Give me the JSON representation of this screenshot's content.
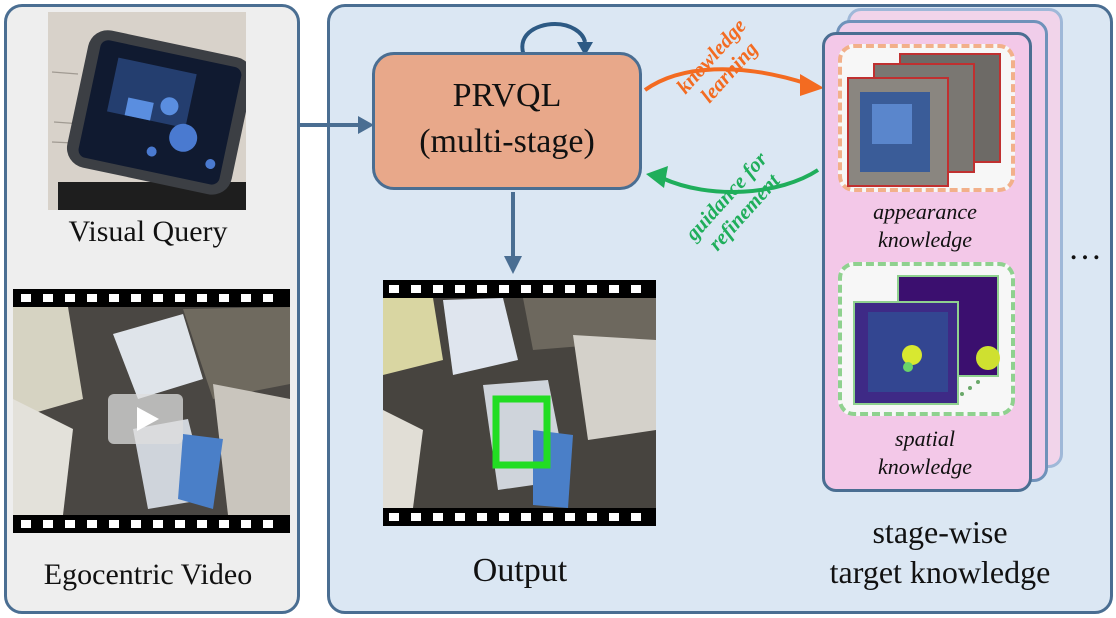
{
  "left": {
    "visual_query_label": "Visual Query",
    "egocentric_video_label": "Egocentric Video"
  },
  "right": {
    "model_title": "PRVQL",
    "model_subtitle": "(multi-stage)",
    "output_label": "Output",
    "knowledge_learning": [
      "knowledge",
      "learning"
    ],
    "guidance": [
      "guidance for",
      "refinement"
    ],
    "appearance_label": [
      "appearance",
      "knowledge"
    ],
    "spatial_label": [
      "spatial",
      "knowledge"
    ],
    "ellipsis": "…",
    "stage_label": [
      "stage-wise",
      "target knowledge"
    ]
  },
  "colors": {
    "panel_border": "#4a6e92",
    "model_fill": "#e8a88a",
    "learning_arrow": "#f36b21",
    "guidance_arrow": "#1fae5b",
    "bbox": "#22dd22",
    "card_fill": "#f3c8e8"
  },
  "icons": [
    "cycle-arrow-icon",
    "play-icon"
  ]
}
